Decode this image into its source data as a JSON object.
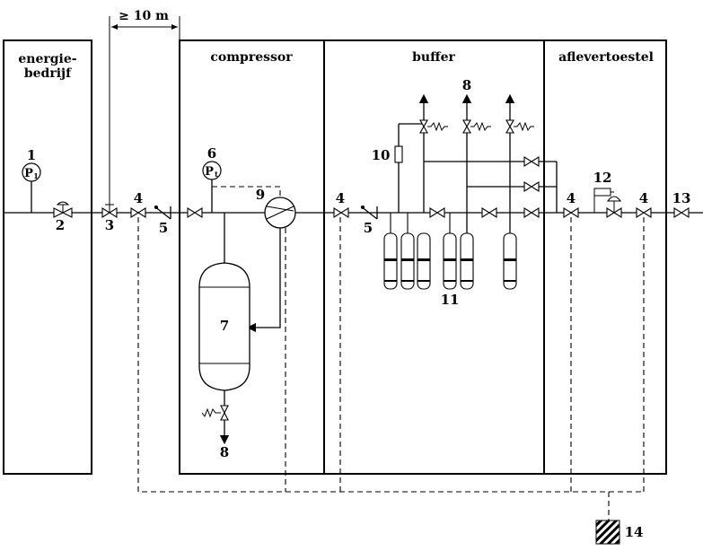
{
  "sections": {
    "energiebedrijf_line1": "energie-",
    "energiebedrijf_line2": "bedrijf",
    "compressor": "compressor",
    "buffer": "buffer",
    "aflevertoestel": "aflevertoestel"
  },
  "distance_label": "≥ 10 m",
  "gauges": {
    "p1": "P",
    "p1_sub": "1",
    "pt": "P",
    "pt_sub": "t"
  },
  "numbers": {
    "n1": "1",
    "n2": "2",
    "n3": "3",
    "n4a": "4",
    "n4b": "4",
    "n4c": "4",
    "n4d": "4",
    "n5a": "5",
    "n5b": "5",
    "n6": "6",
    "n7": "7",
    "n8a": "8",
    "n8b": "8",
    "n9": "9",
    "n10": "10",
    "n11": "11",
    "n12": "12",
    "n13": "13",
    "n14": "14"
  }
}
